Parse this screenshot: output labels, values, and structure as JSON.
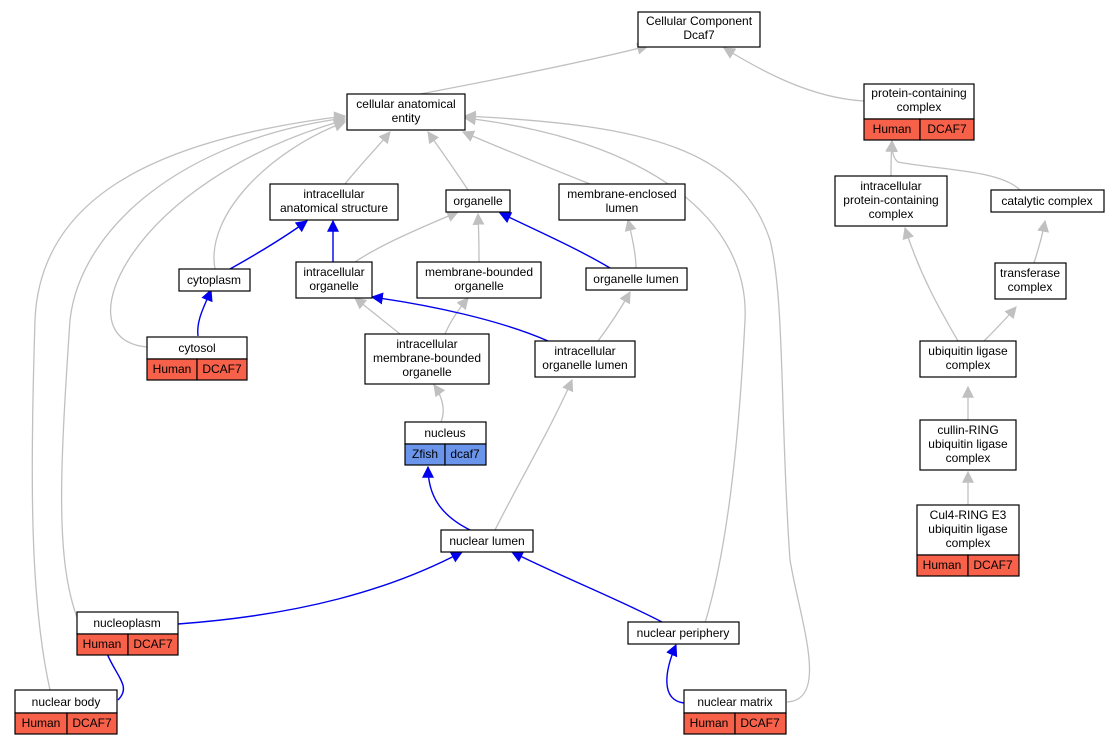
{
  "colors": {
    "gray_edge": "#c0c0c0",
    "blue_edge": "#0000ee",
    "human_badge": "#f7614a",
    "zfish_badge": "#6b95eb"
  },
  "nodes": {
    "root": {
      "lines": [
        "Cellular Component",
        "Dcaf7"
      ]
    },
    "cae": {
      "lines": [
        "cellular anatomical",
        "entity"
      ]
    },
    "pcc": {
      "lines": [
        "protein-containing",
        "complex"
      ],
      "badge": [
        "Human",
        "DCAF7"
      ]
    },
    "ias": {
      "lines": [
        "intracellular",
        "anatomical structure"
      ]
    },
    "org": {
      "lines": [
        "organelle"
      ]
    },
    "mel": {
      "lines": [
        "membrane-enclosed",
        "lumen"
      ]
    },
    "ipcc": {
      "lines": [
        "intracellular",
        "protein-containing",
        "complex"
      ]
    },
    "cat": {
      "lines": [
        "catalytic complex"
      ]
    },
    "cyto": {
      "lines": [
        "cytoplasm"
      ]
    },
    "io": {
      "lines": [
        "intracellular",
        "organelle"
      ]
    },
    "mbo": {
      "lines": [
        "membrane-bounded",
        "organelle"
      ]
    },
    "ol": {
      "lines": [
        "organelle lumen"
      ]
    },
    "tc": {
      "lines": [
        "transferase",
        "complex"
      ]
    },
    "cytosol": {
      "lines": [
        "cytosol"
      ],
      "badge": [
        "Human",
        "DCAF7"
      ]
    },
    "imbo": {
      "lines": [
        "intracellular",
        "membrane-bounded",
        "organelle"
      ]
    },
    "iol": {
      "lines": [
        "intracellular",
        "organelle lumen"
      ]
    },
    "ulc": {
      "lines": [
        "ubiquitin ligase",
        "complex"
      ]
    },
    "nuc": {
      "lines": [
        "nucleus"
      ],
      "badge": [
        "Zfish",
        "dcaf7"
      ]
    },
    "crl": {
      "lines": [
        "cullin-RING",
        "ubiquitin ligase",
        "complex"
      ]
    },
    "cul4": {
      "lines": [
        "Cul4-RING E3",
        "ubiquitin ligase",
        "complex"
      ],
      "badge": [
        "Human",
        "DCAF7"
      ]
    },
    "nl": {
      "lines": [
        "nuclear lumen"
      ]
    },
    "np": {
      "lines": [
        "nucleoplasm"
      ],
      "badge": [
        "Human",
        "DCAF7"
      ]
    },
    "nper": {
      "lines": [
        "nuclear periphery"
      ]
    },
    "nb": {
      "lines": [
        "nuclear body"
      ],
      "badge": [
        "Human",
        "DCAF7"
      ]
    },
    "nm": {
      "lines": [
        "nuclear matrix"
      ],
      "badge": [
        "Human",
        "DCAF7"
      ]
    }
  }
}
